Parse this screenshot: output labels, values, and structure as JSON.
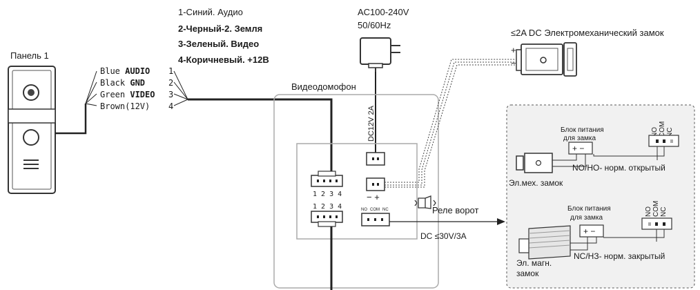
{
  "panel": {
    "label": "Панель 1"
  },
  "wiring": {
    "wire_colors": [
      {
        "color": "Blue",
        "signal": "AUDIO",
        "num": "1"
      },
      {
        "color": "Black",
        "signal": "GND",
        "num": "2"
      },
      {
        "color": "Green",
        "signal": "VIDEO",
        "num": "3"
      },
      {
        "color": "Brown(12V)",
        "signal": "",
        "num": "4"
      }
    ],
    "legend": [
      "1-Синий. Аудио",
      "2-Черный-2. Земля",
      "3-Зеленый. Видео",
      "4-Коричневый. +12В"
    ]
  },
  "adapter": {
    "line1": "AC100-240V",
    "line2": "50/60Hz",
    "dc_label": "DC12V 2A"
  },
  "monitor": {
    "label": "Видеодомофон",
    "port_numbers_top": "1 2 3 4",
    "port_numbers_bottom": "1 2 3 4",
    "lock_polarity": "− +",
    "relay_terminals": [
      "NO",
      "COM",
      "NC"
    ]
  },
  "electric_lock": {
    "label": "≤2A DC Электромеханический замок",
    "plus": "+",
    "minus": "−"
  },
  "relay": {
    "label": "Реле ворот",
    "rating": "DC ≤30V/3A"
  },
  "options": {
    "psu_label_1": "Блок питания",
    "psu_label_2": "для замка",
    "psu_terminals": "+ −",
    "terminals": [
      "NO",
      "COM",
      "NC"
    ],
    "no_mode": "NO/НО- норм. открытый",
    "em_lock_label": "Эл.мех. замок",
    "nc_mode": "NC/НЗ- норм. закрытый",
    "mag_lock_line1": "Эл. магн.",
    "mag_lock_line2": "замок"
  },
  "colors": {
    "line": "#222222",
    "box_border": "#aaaaaa",
    "dashed_bg": "#f1f1f1",
    "panel_dark": "#333333"
  }
}
